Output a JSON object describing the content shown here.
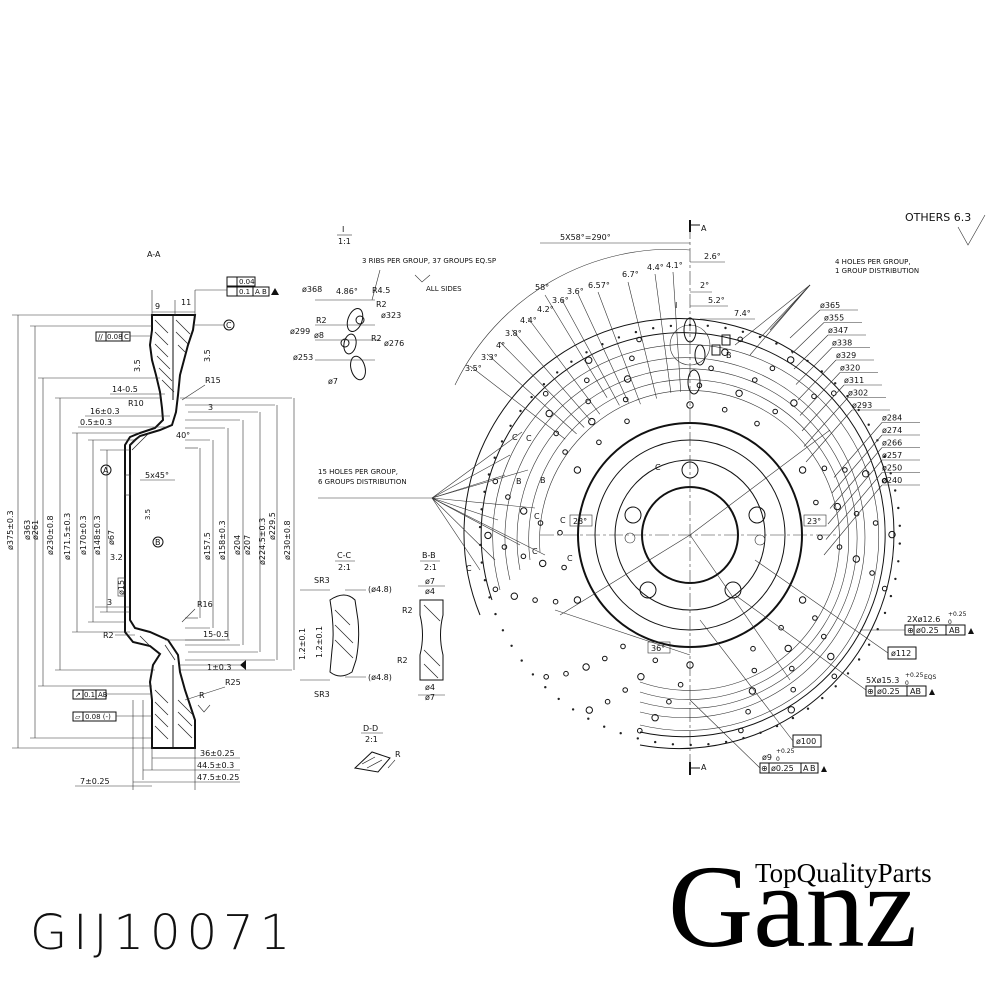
{
  "part_number": "GIJ10071",
  "brand": {
    "name": "Ganz",
    "tagline": "TopQualityParts"
  },
  "others_roughness": "OTHERS 6.3",
  "views": {
    "section_aa": "A-A",
    "detail_i": {
      "title": "I",
      "scale": "1:1"
    },
    "section_cc": {
      "title": "C-C",
      "scale": "2:1"
    },
    "section_bb": {
      "title": "B-B",
      "scale": "2:1"
    },
    "section_dd": {
      "title": "D-D",
      "scale": "2:1"
    }
  },
  "notes": {
    "ribs": "3 RIBS PER GROUP, 37 GROUPS EQ.SP",
    "all_sides": "ALL SIDES",
    "holes15_line1": "15 HOLES PER GROUP,",
    "holes15_line2": "6 GROUPS DISTRIBUTION",
    "holes4_line1": "4 HOLES PER GROUP,",
    "holes4_line2": "1 GROUP DISTRIBUTION",
    "eqs": "EQS"
  },
  "section_aa_dims": {
    "left_vertical": [
      "ø375±0.3",
      "ø363",
      "ø261",
      "ø230±0.8",
      "ø171.5±0.3",
      "ø170±0.3",
      "ø148±0.3",
      "ø67"
    ],
    "right_vertical": [
      "ø157.5",
      "ø158±0.3",
      "ø204",
      "ø207",
      "ø224.5±0.3",
      "ø229.5",
      "ø230±0.8"
    ],
    "top": [
      "9",
      "11",
      "3.5",
      "14-0.5",
      "16±0.3",
      "0.5±0.3",
      "R10",
      "R15",
      "3",
      "40°",
      "3.5",
      "5x45°"
    ],
    "bottom": [
      "R16",
      "15-0.5",
      "1±0.3",
      "R25",
      "R2",
      "3",
      "3.2",
      "ø15",
      "36±0.25",
      "44.5±0.3",
      "47.5±0.25",
      "7±0.25",
      "R"
    ],
    "tolerances": [
      "0.04",
      "0.1",
      "A",
      "B",
      "0.08",
      "C",
      "0.1",
      "0.08 (-)"
    ],
    "datums": [
      "A",
      "B",
      "C"
    ]
  },
  "detail_i_dims": [
    "ø368",
    "4.86°",
    "R4.5",
    "R2",
    "ø323",
    "ø299",
    "ø8",
    "R2",
    "ø276",
    "ø253",
    "ø7"
  ],
  "section_cc_dims": [
    "SR3",
    "(ø4.8)",
    "1.2±0.1",
    "1.2±0.1",
    "(ø4.8)",
    "SR3"
  ],
  "section_bb_dims": [
    "ø7",
    "ø4",
    "R2",
    "R2",
    "ø4",
    "ø7"
  ],
  "section_dd_dims": [
    "R"
  ],
  "front_view_dims": {
    "top_angle": "5X58°=290°",
    "angles": [
      "58°",
      "4.4°",
      "4.1°",
      "6.7°",
      "6.57°",
      "3.6°",
      "4.2°",
      "3.6°",
      "4.4°",
      "3.8°",
      "4°",
      "3.3°",
      "3.5°",
      "2.6°",
      "2°",
      "5.2°",
      "7.4°",
      "23°",
      "23°",
      "36°"
    ],
    "diameters": [
      "ø365",
      "ø355",
      "ø347",
      "ø338",
      "ø329",
      "ø320",
      "ø311",
      "ø302",
      "ø293",
      "ø284",
      "ø274",
      "ø266",
      "ø257",
      "ø250",
      "ø240"
    ],
    "hole_callouts": [
      "2Xø12.6",
      "5Xø15.3",
      "ø9",
      "ø112",
      "ø100"
    ],
    "tolerance_box": [
      "ø0.25",
      "A",
      "B"
    ],
    "superscripts": [
      "+0.25",
      "0",
      "+0.25",
      "0",
      "+0.25",
      "0"
    ],
    "section_marks": [
      "A",
      "A",
      "I",
      "C",
      "C",
      "C",
      "C",
      "B",
      "B",
      "C",
      "C"
    ]
  }
}
